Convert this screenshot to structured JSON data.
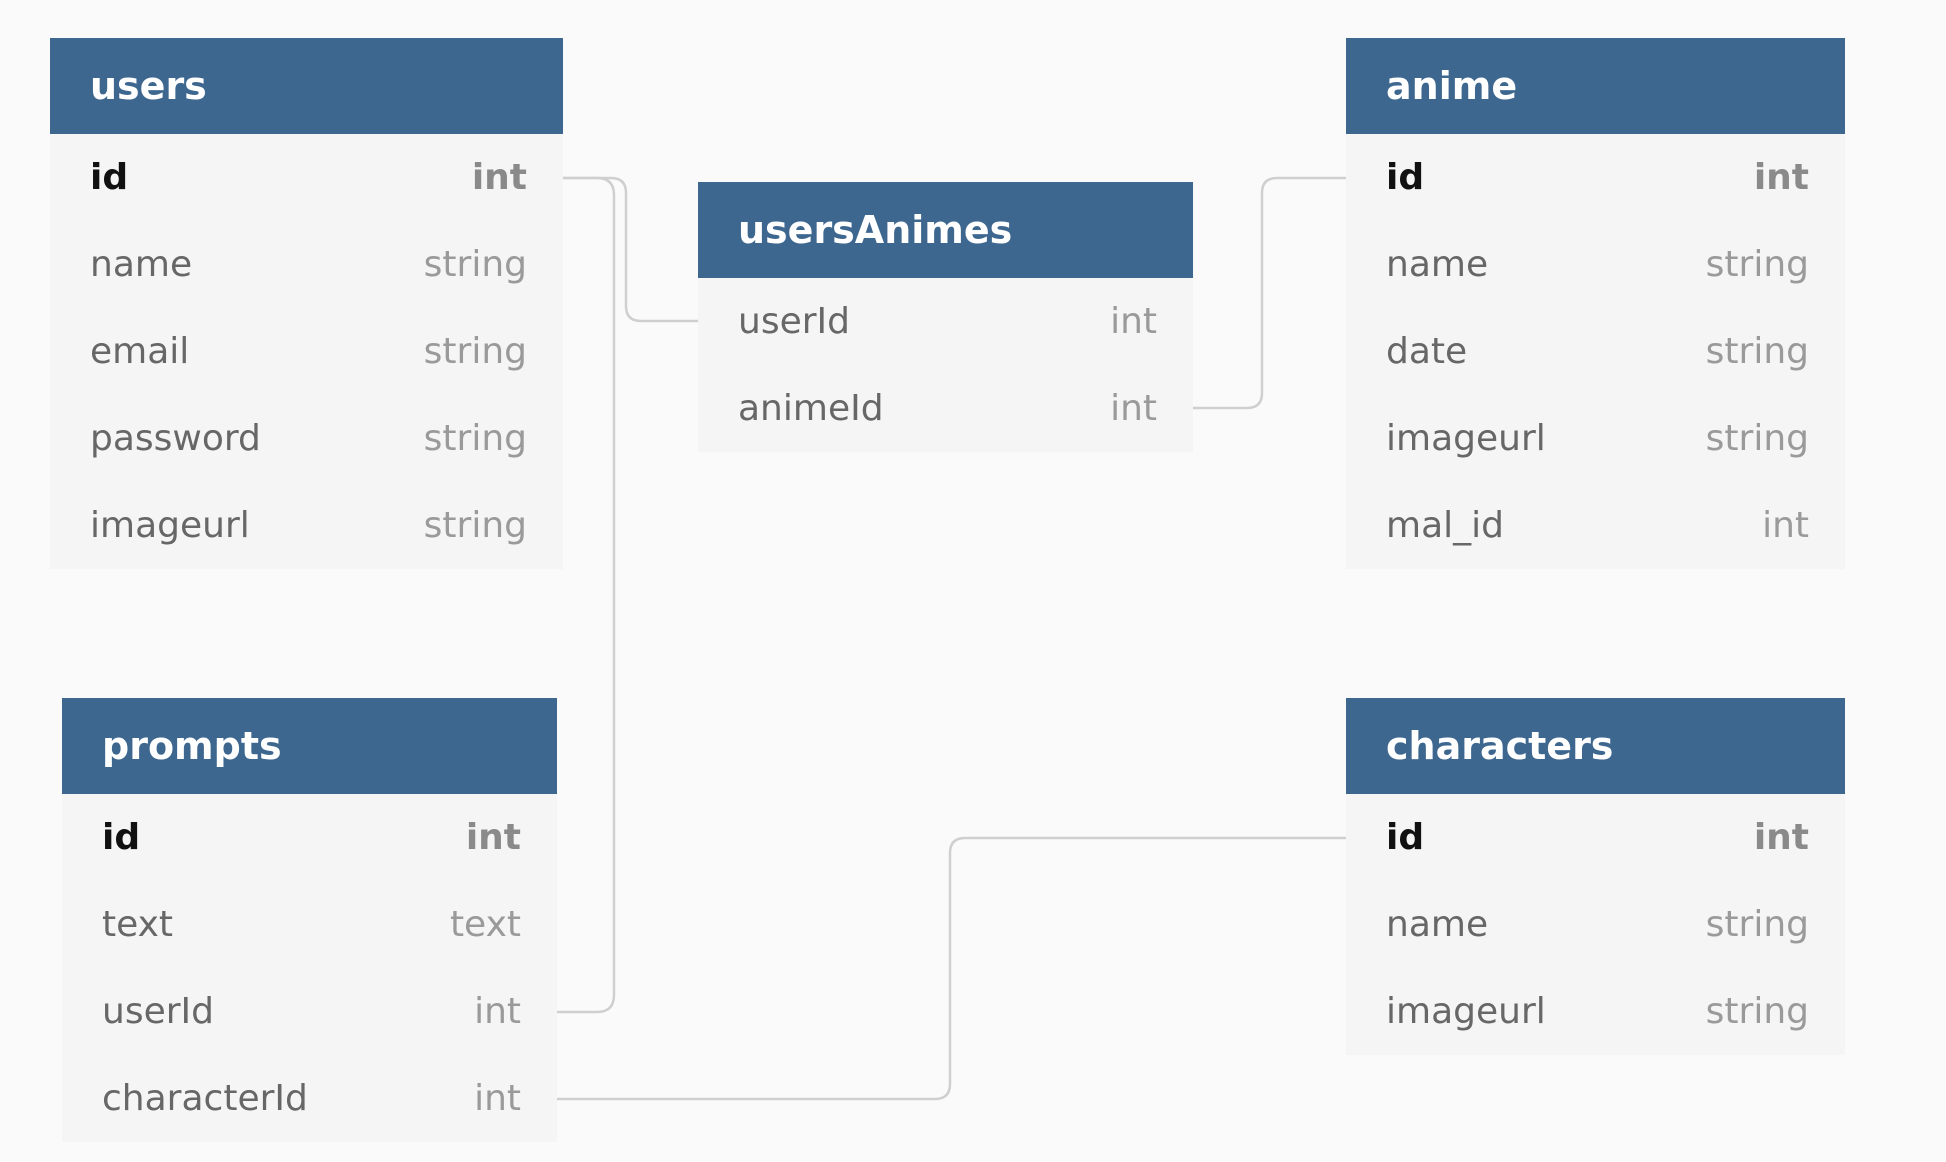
{
  "tables": [
    {
      "id": "users",
      "name": "users",
      "fields": [
        {
          "name": "id",
          "type": "int",
          "pk": true
        },
        {
          "name": "name",
          "type": "string"
        },
        {
          "name": "email",
          "type": "string"
        },
        {
          "name": "password",
          "type": "string"
        },
        {
          "name": "imageurl",
          "type": "string"
        }
      ]
    },
    {
      "id": "usersAnimes",
      "name": "usersAnimes",
      "fields": [
        {
          "name": "userId",
          "type": "int"
        },
        {
          "name": "animeId",
          "type": "int"
        }
      ]
    },
    {
      "id": "anime",
      "name": "anime",
      "fields": [
        {
          "name": "id",
          "type": "int",
          "pk": true
        },
        {
          "name": "name",
          "type": "string"
        },
        {
          "name": "date",
          "type": "string"
        },
        {
          "name": "imageurl",
          "type": "string"
        },
        {
          "name": "mal_id",
          "type": "int"
        }
      ]
    },
    {
      "id": "prompts",
      "name": "prompts",
      "fields": [
        {
          "name": "id",
          "type": "int",
          "pk": true
        },
        {
          "name": "text",
          "type": "text"
        },
        {
          "name": "userId",
          "type": "int"
        },
        {
          "name": "characterId",
          "type": "int"
        }
      ]
    },
    {
      "id": "characters",
      "name": "characters",
      "fields": [
        {
          "name": "id",
          "type": "int",
          "pk": true
        },
        {
          "name": "name",
          "type": "string"
        },
        {
          "name": "imageurl",
          "type": "string"
        }
      ]
    }
  ],
  "relationships": [
    {
      "from": "usersAnimes.userId",
      "to": "users.id"
    },
    {
      "from": "usersAnimes.animeId",
      "to": "anime.id"
    },
    {
      "from": "prompts.userId",
      "to": "users.id"
    },
    {
      "from": "prompts.characterId",
      "to": "characters.id"
    }
  ],
  "colors": {
    "header_bg": "#3e6790",
    "header_text": "#ffffff",
    "table_bg": "#f5f5f5",
    "page_bg": "#fafafa",
    "connector": "#cfcfcf"
  }
}
